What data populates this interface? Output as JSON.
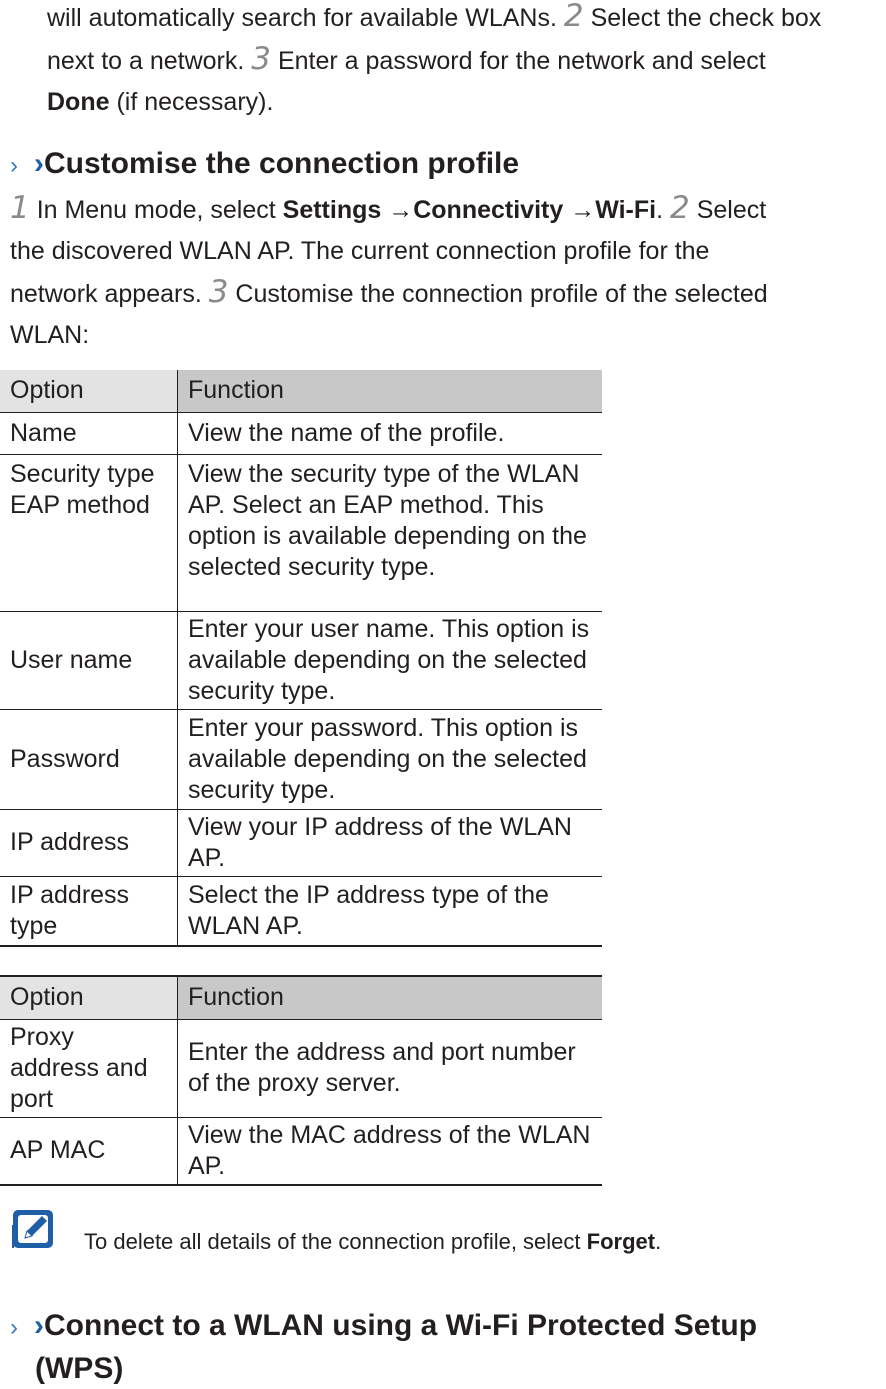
{
  "intro": {
    "line1": "will automatically search for available WLANs.",
    "step2": "2",
    "line1b": "Select the check box",
    "line2": "next to a network.",
    "step3": "3",
    "line2b": "Enter a password for the network and select",
    "done_label": "Done",
    "line3b": "(if necessary)."
  },
  "section1": {
    "chevron": "›",
    "chevron_blue": "›",
    "title": "Customise the connection profile"
  },
  "steps": {
    "s1": "1",
    "t1": "In Menu mode, select",
    "settings": "Settings",
    "arrow1": "→",
    "connectivity": "Connectivity",
    "arrow2": "→",
    "wifi": "Wi-Fi",
    "period": ".",
    "s2": "2",
    "t2a": "Select",
    "t2b": "the discovered WLAN AP. The current connection profile for the",
    "t2c": "network appears.",
    "s3": "3",
    "t3a": "Customise the connection profile of the selected",
    "t3b": "WLAN:"
  },
  "table1": {
    "headers": [
      "Option",
      "Function"
    ],
    "rows": [
      [
        "Name",
        "View the name of the profile."
      ],
      [
        "Security type EAP method",
        "View the security type of the WLAN AP. Select an EAP method. This option is available depending on the selected security type."
      ],
      [
        "User name",
        "Enter your user name. This option is available depending on the selected security type."
      ],
      [
        "Password",
        "Enter your password. This option is available depending on the selected security type."
      ],
      [
        "IP address",
        "View your IP address of the WLAN AP."
      ],
      [
        "IP address type",
        "Select the IP address type of the WLAN AP."
      ]
    ]
  },
  "table2": {
    "headers": [
      "Option",
      "Function"
    ],
    "rows": [
      [
        "Proxy address and port",
        "Enter the address and port number of the proxy server."
      ],
      [
        "AP MAC",
        "View the MAC address of the WLAN AP."
      ]
    ]
  },
  "note": {
    "icon": "note-pencil-icon",
    "text": "To delete all details of the connection profile, select",
    "forget": "Forget",
    "period": "."
  },
  "section2": {
    "chevron": "›",
    "chevron_blue": "›",
    "title_line1": "Connect to a WLAN using a Wi-Fi Protected Setup",
    "title_line2": "(WPS)"
  },
  "colors": {
    "text": "#231f20",
    "step_number": "#8a8a8a",
    "accent_blue": "#1f5fa8",
    "header_option_bg": "#e3e3e3",
    "header_function_bg": "#c8c8c8"
  }
}
